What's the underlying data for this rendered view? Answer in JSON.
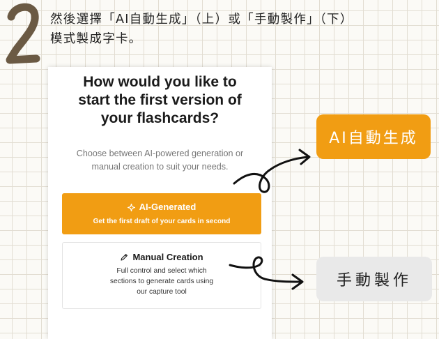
{
  "instruction": {
    "line1": "然後選擇「AI自動生成」（上）或「手動製作」（下）",
    "line2": "模式製成字卡。"
  },
  "card": {
    "title_lines": [
      "How would you like to",
      "start the first version of",
      "your flashcards?"
    ],
    "description_lines": [
      "Choose between AI-powered generation or",
      "manual creation to suit your needs."
    ],
    "ai_option": {
      "title": "AI-Generated",
      "subtitle": "Get the first draft of your cards in second",
      "icon": "sparkle-icon"
    },
    "manual_option": {
      "title": "Manual Creation",
      "subtitle_lines": [
        "Full control and select which",
        "sections to generate cards using",
        "our capture tool"
      ],
      "icon": "pencil-icon"
    }
  },
  "annotations": {
    "ai_tag": "AI自動生成",
    "manual_tag": "手動製作"
  },
  "colors": {
    "accent": "#f19d13",
    "tag_gray": "#e9e9e9",
    "step_number": "#6b5a44"
  }
}
